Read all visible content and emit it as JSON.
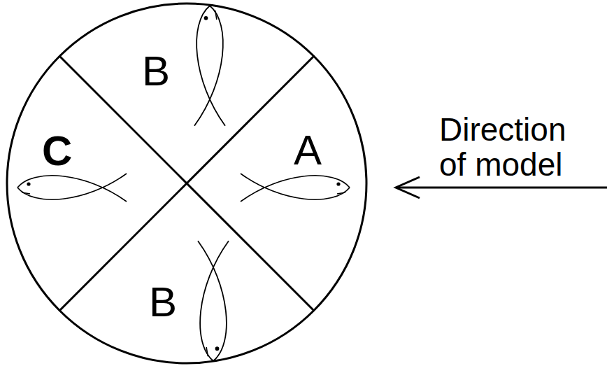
{
  "diagram": {
    "labels": [
      "B",
      "C",
      "A",
      "B",
      "Direction of model"
    ]
  }
}
